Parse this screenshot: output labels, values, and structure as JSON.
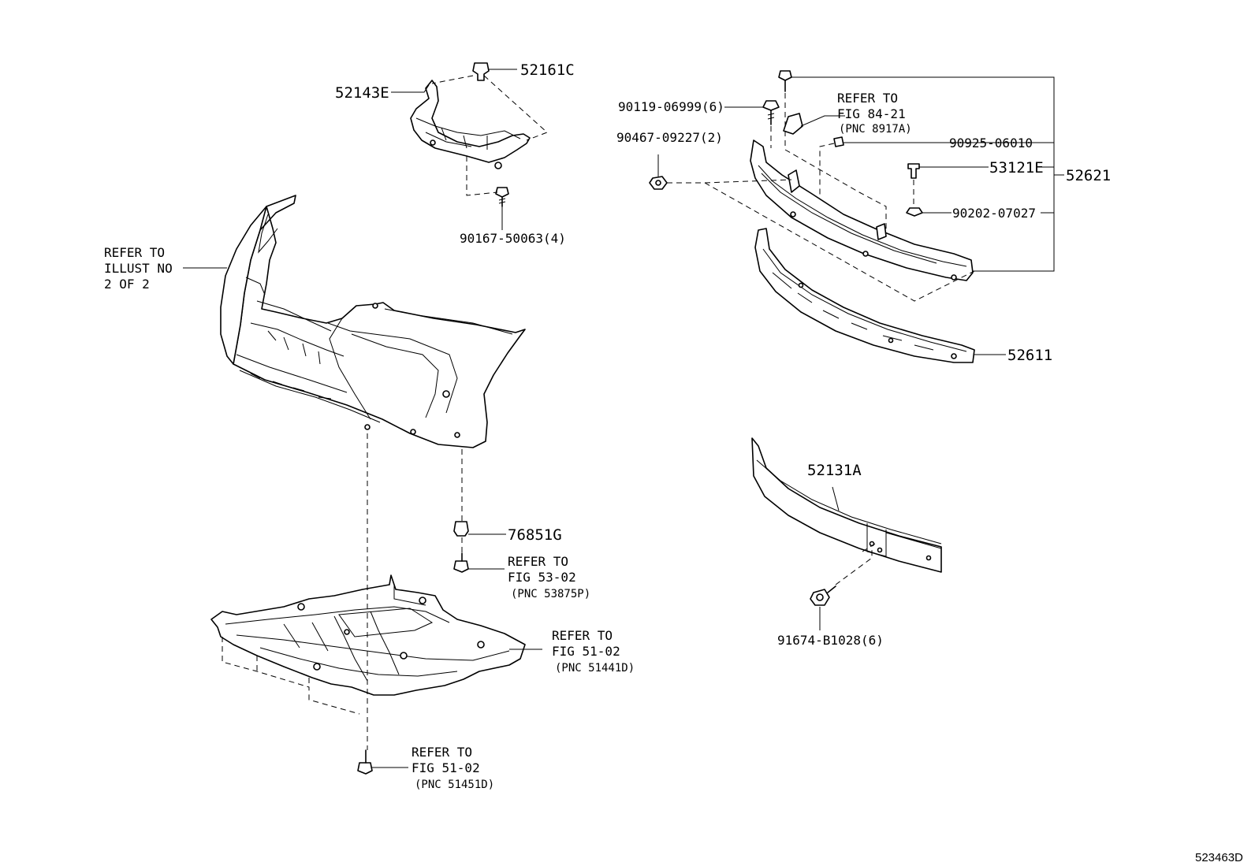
{
  "diagram_id": "523463D",
  "labels": {
    "p52161C": "52161C",
    "p52143E": "52143E",
    "p90167": "90167-50063(4)",
    "ref_illust_1": "REFER TO",
    "ref_illust_2": "ILLUST NO",
    "ref_illust_3": "2 OF 2",
    "p90119": "90119-06999(6)",
    "ref84_1": "REFER TO",
    "ref84_2": "FIG 84-21",
    "ref84_3": "(PNC 8917A)",
    "p90467": "90467-09227(2)",
    "p90925": "90925-06010",
    "p53121E": "53121E",
    "p52621": "52621",
    "p90202": "90202-07027",
    "p52611": "52611",
    "p52131A": "52131A",
    "p91674": "91674-B1028(6)",
    "p76851G": "76851G",
    "ref53_1": "REFER TO",
    "ref53_2": "FIG 53-02",
    "ref53_3": "(PNC 53875P)",
    "ref51a_1": "REFER TO",
    "ref51a_2": "FIG 51-02",
    "ref51a_3": "(PNC 51441D)",
    "ref51b_1": "REFER TO",
    "ref51b_2": "FIG 51-02",
    "ref51b_3": "(PNC 51451D)"
  }
}
